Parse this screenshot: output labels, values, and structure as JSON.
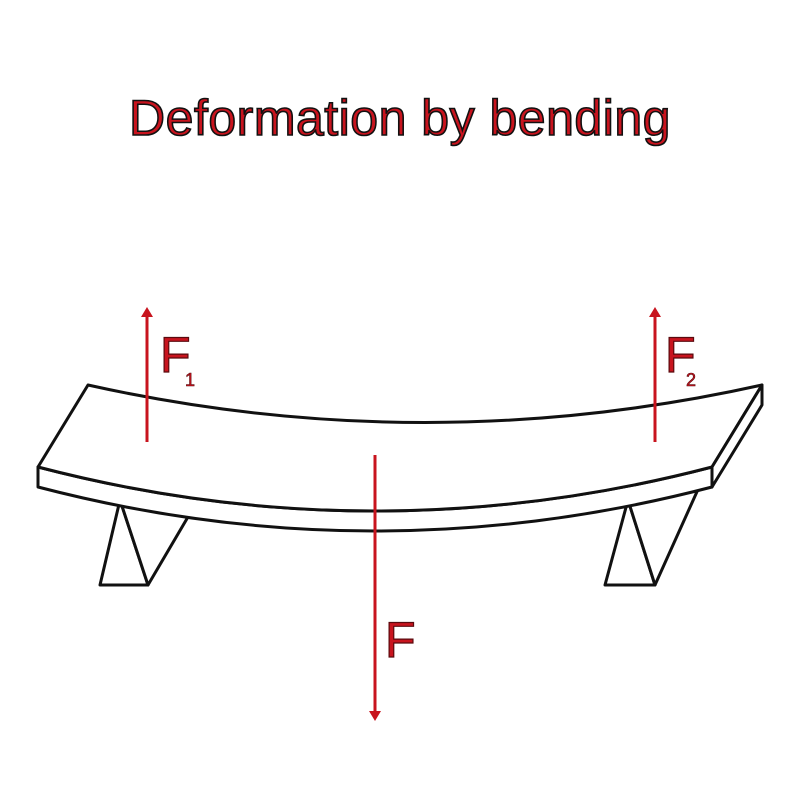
{
  "title": "Deformation by bending",
  "labels": {
    "f1_main": "F",
    "f1_sub": "1",
    "f2_main": "F",
    "f2_sub": "2",
    "f_center": "F"
  },
  "colors": {
    "title_fill": "#c8141e",
    "force_arrow": "#c8141e",
    "outline": "#111111",
    "background": "#ffffff"
  }
}
